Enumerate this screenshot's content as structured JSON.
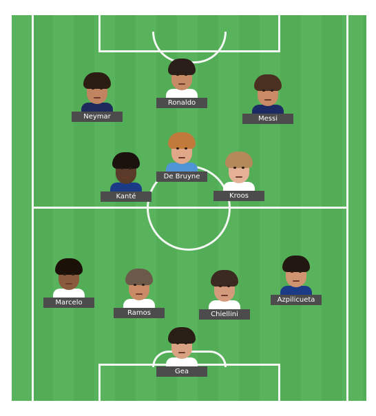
{
  "formation": {
    "players": [
      {
        "name": "Ronaldo",
        "shirt": "#ffffff",
        "skin": "#c68a64",
        "hair": "#2a1f18"
      },
      {
        "name": "Neymar",
        "shirt": "#1d2a5c",
        "skin": "#c08560",
        "hair": "#2b1d12"
      },
      {
        "name": "Messi",
        "shirt": "#1c2b63",
        "skin": "#c98a66",
        "hair": "#4a3020"
      },
      {
        "name": "De Bruyne",
        "shirt": "#4f95d6",
        "skin": "#e0a888",
        "hair": "#c27a3a"
      },
      {
        "name": "Kanté",
        "shirt": "#1c3b86",
        "skin": "#5a3a28",
        "hair": "#1a120c"
      },
      {
        "name": "Kroos",
        "shirt": "#ffffff",
        "skin": "#e4b196",
        "hair": "#b58a5a"
      },
      {
        "name": "Marcelo",
        "shirt": "#ffffff",
        "skin": "#8a5a3c",
        "hair": "#1b1109"
      },
      {
        "name": "Ramos",
        "shirt": "#ffffff",
        "skin": "#c98b66",
        "hair": "#6b5a4a"
      },
      {
        "name": "Chiellini",
        "shirt": "#ffffff",
        "skin": "#d39b7b",
        "hair": "#3a2a20"
      },
      {
        "name": "Azpilicueta",
        "shirt": "#1c3b86",
        "skin": "#cf9470",
        "hair": "#231811"
      },
      {
        "name": "Gea",
        "shirt": "#ffffff",
        "skin": "#d9a283",
        "hair": "#2a1f16"
      }
    ]
  },
  "colors": {
    "pitch": "#53ad57",
    "lines": "#f4f7f4",
    "label_bg": "#4c4c4c",
    "label_text": "#ffffff"
  }
}
